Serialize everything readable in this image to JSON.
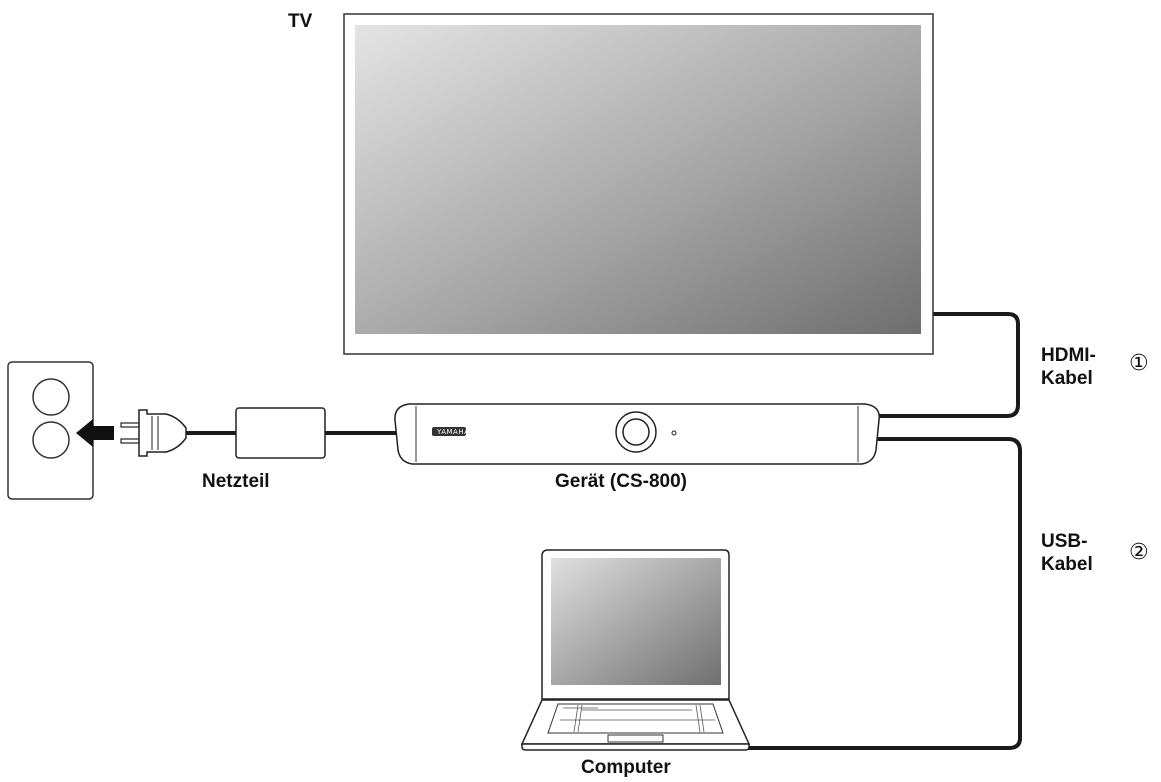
{
  "labels": {
    "tv": "TV",
    "power_adapter": "Netzteil",
    "device": "Gerät (CS-800)",
    "computer": "Computer",
    "hdmi_cable_line1": "HDMI-",
    "hdmi_cable_line2": "Kabel",
    "usb_cable_line1": "USB-",
    "usb_cable_line2": "Kabel",
    "step1": "①",
    "step2": "②",
    "brand_logo": "YAMAHA"
  }
}
